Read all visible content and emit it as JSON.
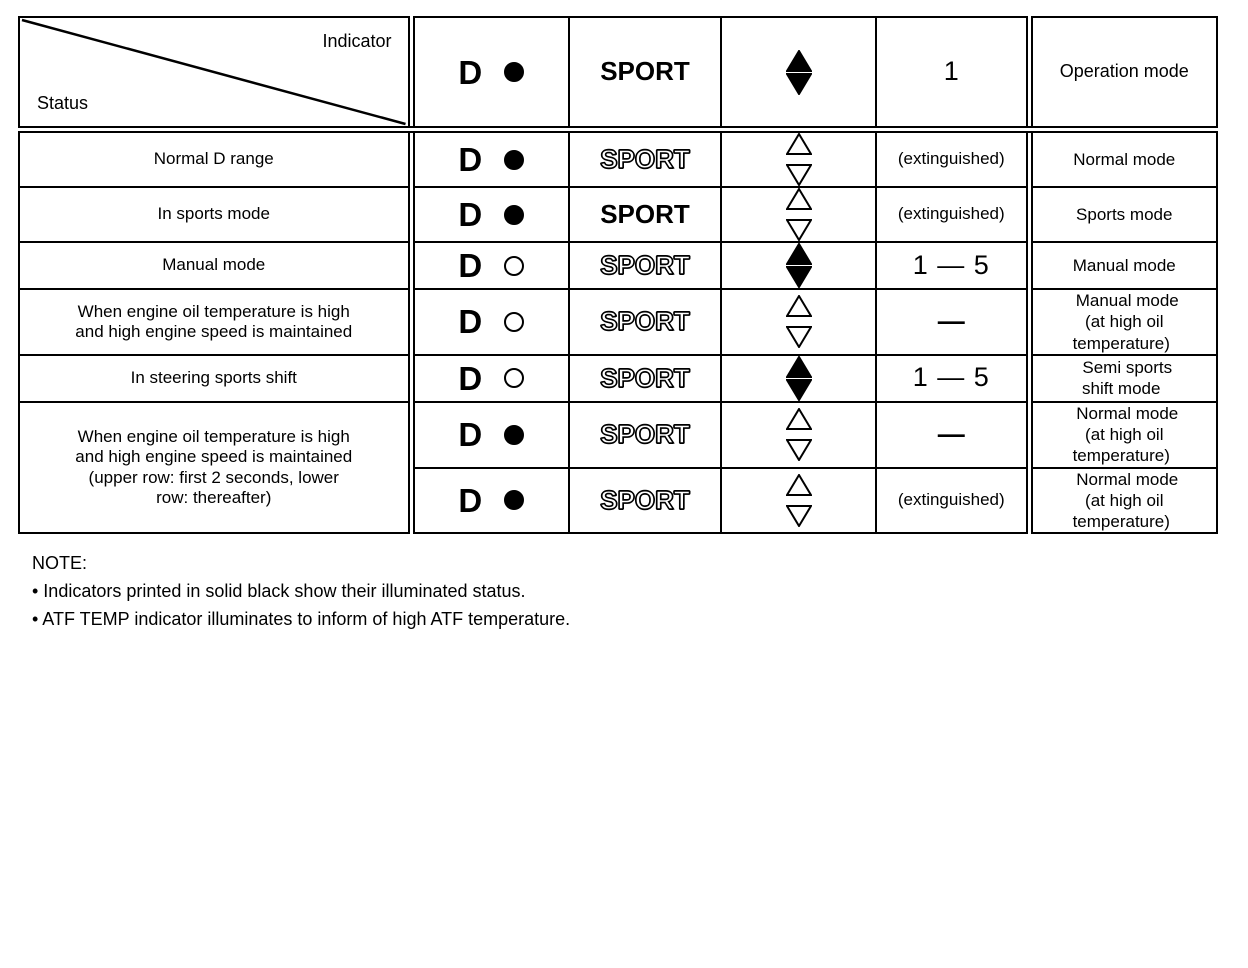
{
  "table": {
    "header": {
      "corner_top_label": "Indicator",
      "corner_bottom_label": "Status",
      "d_indicator": "D",
      "d_lamp_state": "on",
      "sport_label": "SPORT",
      "sport_state": "on",
      "triangle_state": "on",
      "gear_label": "1",
      "mode_label": "Operation mode"
    },
    "rows": [
      {
        "status": "Normal D range",
        "d_indicator": "D",
        "d_lamp_state": "on",
        "sport_label": "SPORT",
        "sport_state": "off",
        "triangle_state": "off",
        "gear_label": "(extinguished)",
        "gear_kind": "ext",
        "mode_label": "Normal mode"
      },
      {
        "status": "In sports mode",
        "d_indicator": "D",
        "d_lamp_state": "on",
        "sport_label": "SPORT",
        "sport_state": "on",
        "triangle_state": "off",
        "gear_label": "(extinguished)",
        "gear_kind": "ext",
        "mode_label": "Sports mode"
      },
      {
        "status": "Manual mode",
        "d_indicator": "D",
        "d_lamp_state": "off",
        "sport_label": "SPORT",
        "sport_state": "off",
        "triangle_state": "on",
        "gear_label": "1 — 5",
        "gear_kind": "range",
        "mode_label": "Manual mode"
      },
      {
        "status": "When engine oil temperature is high\nand high engine speed is maintained",
        "d_indicator": "D",
        "d_lamp_state": "off",
        "sport_label": "SPORT",
        "sport_state": "off",
        "triangle_state": "off",
        "gear_label": "—",
        "gear_kind": "dash",
        "mode_label": "Manual mode\n(at high oil\ntemperature)"
      },
      {
        "status": "In steering sports shift",
        "d_indicator": "D",
        "d_lamp_state": "off",
        "sport_label": "SPORT",
        "sport_state": "off",
        "triangle_state": "on",
        "gear_label": "1 — 5",
        "gear_kind": "range",
        "mode_label": "Semi sports\nshift mode"
      },
      {
        "status": "When engine oil temperature is high\nand high engine speed is maintained\n(upper row: first 2 seconds, lower\nrow: thereafter)",
        "status_rowspan": 2,
        "d_indicator": "D",
        "d_lamp_state": "on",
        "sport_label": "SPORT",
        "sport_state": "off",
        "triangle_state": "off",
        "gear_label": "—",
        "gear_kind": "dash",
        "mode_label": "Normal mode\n(at high oil\ntemperature)"
      },
      {
        "status": "",
        "status_hidden": true,
        "d_indicator": "D",
        "d_lamp_state": "on",
        "sport_label": "SPORT",
        "sport_state": "off",
        "triangle_state": "off",
        "gear_label": "(extinguished)",
        "gear_kind": "ext",
        "mode_label": "Normal mode\n(at high oil\ntemperature)"
      }
    ]
  },
  "notes": {
    "title": "NOTE:",
    "items": [
      "• Indicators printed in solid black show their illuminated status.",
      "• ATF TEMP indicator illuminates to inform of high ATF temperature."
    ]
  },
  "colors": {
    "ink": "#000000",
    "paper": "#ffffff"
  },
  "icons": {
    "lamp_on": "filled-circle-icon",
    "lamp_off": "hollow-circle-icon",
    "triangle_up": "triangle-up-icon",
    "triangle_down": "triangle-down-icon"
  }
}
